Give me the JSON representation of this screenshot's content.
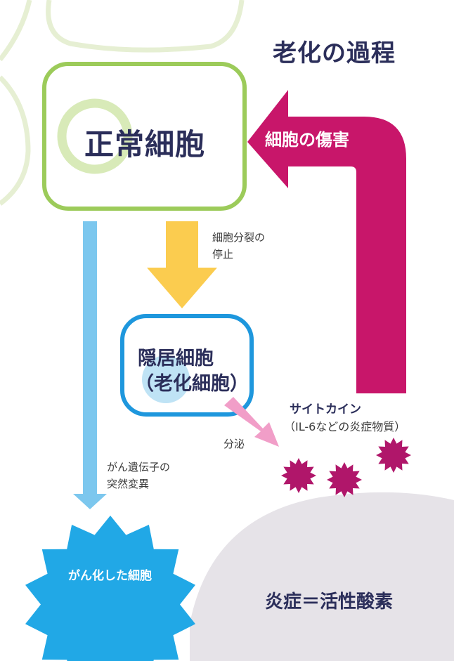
{
  "title": "老化の過程",
  "normal_cell": "正常細胞",
  "cell_damage": "細胞の傷害",
  "division_stop": [
    "細胞分裂の",
    "停止"
  ],
  "senescent_cell": [
    "隠居細胞",
    "（老化細胞）"
  ],
  "cytokine": [
    "サイトカイン",
    "（IL-6などの炎症物質）"
  ],
  "secretion": "分泌",
  "mutation": [
    "がん遺伝子の",
    "突然変異"
  ],
  "cancer_cell": "がん化した細胞",
  "inflammation": "炎症＝活性酸素",
  "colors": {
    "navy_text": "#2b2e5a",
    "normal_cell_border": "#9ccb5a",
    "bg_cell_outline": "#e6efd3",
    "damage_arrow": "#c8166a",
    "division_arrow": "#fbcc4f",
    "senescent_border": "#1e97dd",
    "senescent_nucleus": "#bfe3f5",
    "mutation_arrow": "#7cc7ee",
    "cancer_cell": "#21a8e6",
    "secretion_arrow": "#f19ec8",
    "cytokine": "#b0166a",
    "inflammation_area": "#e6e3e8"
  }
}
